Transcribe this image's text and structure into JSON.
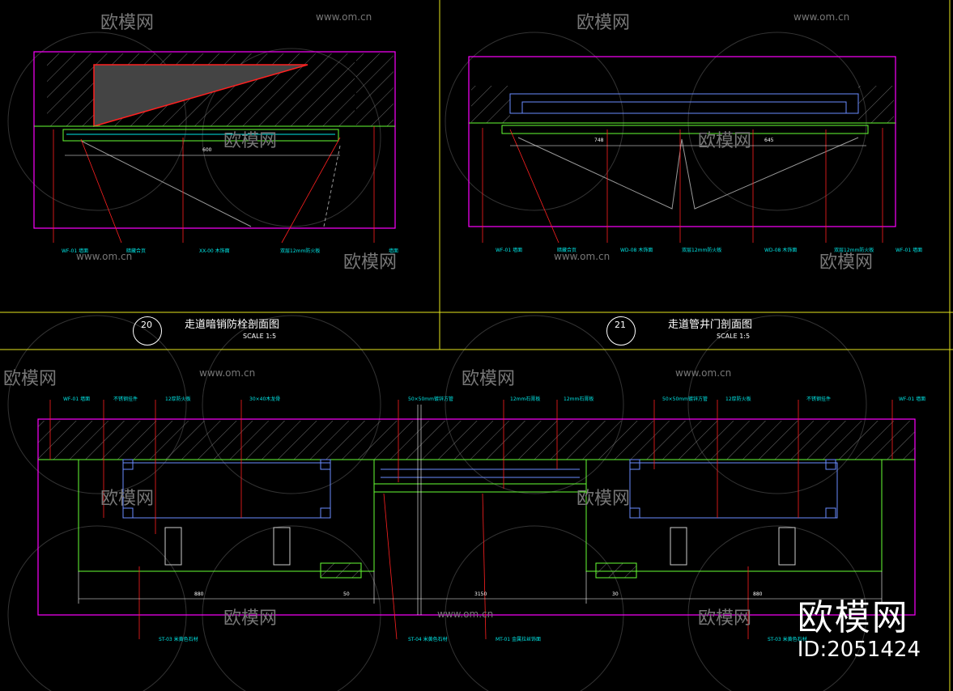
{
  "drawing_20": {
    "number": "20",
    "title": "走道暗销防栓剖面图",
    "scale": "SCALE 1:5",
    "labels": [
      "WF-01 墙面",
      "暗藏合页",
      "XX-00 木饰面",
      "双层12mm防火板",
      "墙面"
    ],
    "dims": [
      "600"
    ]
  },
  "drawing_21": {
    "number": "21",
    "title": "走道管井门剖面图",
    "scale": "SCALE 1:5",
    "labels": [
      "WF-01 墙面",
      "暗藏合页",
      "WD-08 木饰面",
      "双层12mm防火板",
      "WD-08 木饰面",
      "双层12mm防火板",
      "WF-01 墙面"
    ],
    "dims": [
      "748",
      "645"
    ]
  },
  "drawing_main": {
    "labels_top": [
      "WF-01 墙面",
      "不锈钢挂件",
      "12厚防火板",
      "30×40木龙骨",
      "50×50mm镀锌方管",
      "12mm石膏板",
      "12mm石膏板",
      "50×50mm镀锌方管",
      "12厚防火板",
      "不锈钢挂件",
      "WF-01 墙面"
    ],
    "labels_bottom": [
      "ST-03 米黄色石材",
      "ST-04 米黄色石材",
      "MT-01 金属拉丝饰面",
      "ST-03 米黄色石材"
    ],
    "dims": [
      "880",
      "3150",
      "880",
      "50",
      "30"
    ]
  },
  "watermark": {
    "brand": "欧模网",
    "url": "www.om.cn",
    "id": "ID:2051424"
  },
  "colors": {
    "border": "#ff00ff",
    "frame": "#e6e61e",
    "leader": "#ff2020",
    "hatch": "#9a9a9a",
    "cyan": "#00e6e6",
    "green": "#66ff33",
    "blue": "#6a8cff"
  }
}
